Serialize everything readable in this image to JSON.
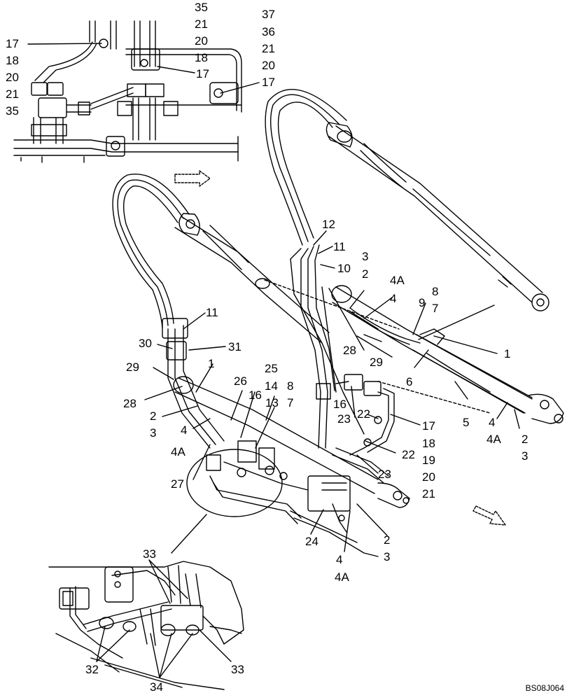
{
  "drawing_code": "BS08J064",
  "callouts": {
    "c1": "17",
    "c2": "18",
    "c3": "20",
    "c4": "21",
    "c5": "35",
    "c6": "35",
    "c7": "21",
    "c8": "20",
    "c9": "18",
    "c10": "17",
    "c11": "37",
    "c12": "36",
    "c13": "21",
    "c14": "20",
    "c15": "17",
    "c16": "12",
    "c17": "11",
    "c18": "10",
    "c19": "3",
    "c20": "2",
    "c21": "4A",
    "c22": "4",
    "c23": "8",
    "c24": "9",
    "c25": "7",
    "c26": "28",
    "c27": "29",
    "c28": "6",
    "c29": "1",
    "c30": "5",
    "c31": "4",
    "c32": "4A",
    "c33": "2",
    "c34": "3",
    "c35": "11",
    "c36": "30",
    "c37": "31",
    "c38": "29",
    "c39": "1",
    "c40": "28",
    "c41": "2",
    "c42": "3",
    "c43": "4",
    "c44": "4A",
    "c45": "25",
    "c46": "26",
    "c47": "14",
    "c48": "8",
    "c49": "16",
    "c50": "13",
    "c51": "7",
    "c52": "16",
    "c53": "22",
    "c54": "23",
    "c55": "17",
    "c56": "18",
    "c57": "22",
    "c58": "19",
    "c59": "23",
    "c60": "20",
    "c61": "21",
    "c62": "27",
    "c63": "24",
    "c64": "2",
    "c65": "4",
    "c66": "3",
    "c67": "4A",
    "c68": "33",
    "c69": "32",
    "c70": "34",
    "c71": "33"
  }
}
